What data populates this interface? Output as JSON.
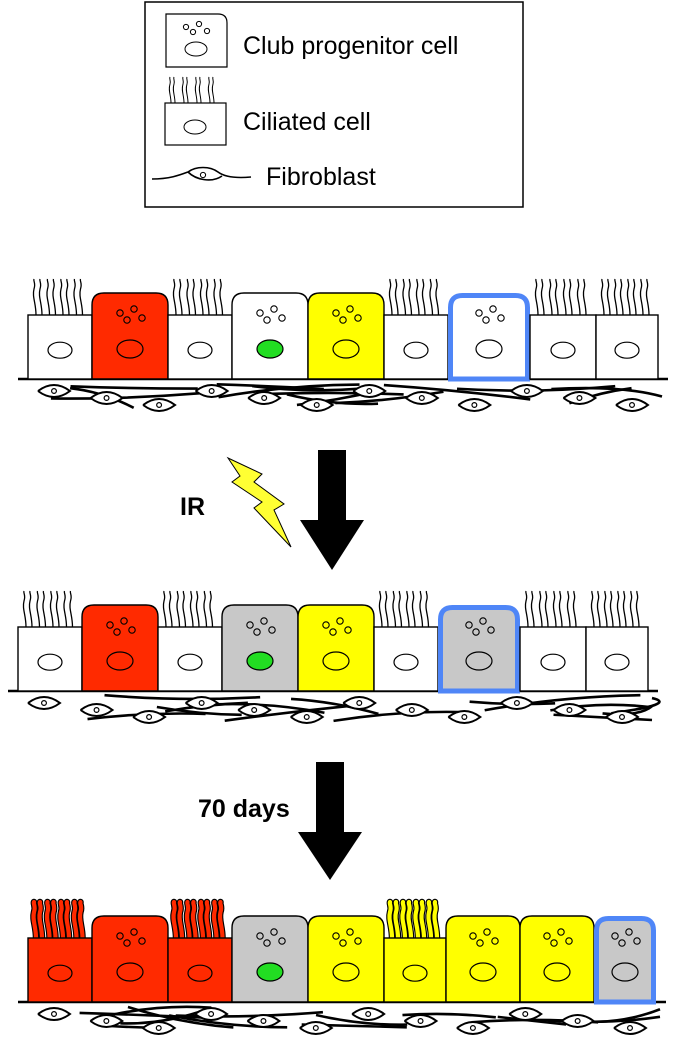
{
  "legend": {
    "club_label": "Club progenitor cell",
    "ciliated_label": "Ciliated cell",
    "fibroblast_label": "Fibroblast"
  },
  "steps": {
    "ir_label": "IR",
    "days_label": "70 days"
  },
  "colors": {
    "white": "#ffffff",
    "red": "#ff2a00",
    "yellow": "#ffff00",
    "gray": "#c8c8c8",
    "green_nucleus": "#22dd22",
    "blue_outline": "#4f86f7",
    "lightning": "#ffff33"
  },
  "rows": [
    {
      "name": "initial",
      "cells": [
        {
          "type": "ciliated",
          "color": "white"
        },
        {
          "type": "club",
          "color": "red"
        },
        {
          "type": "ciliated",
          "color": "white"
        },
        {
          "type": "club",
          "color": "white",
          "nucleus": "green"
        },
        {
          "type": "club",
          "color": "yellow"
        },
        {
          "type": "ciliated",
          "color": "white"
        },
        {
          "type": "club",
          "color": "white",
          "outline": "blue"
        },
        {
          "type": "ciliated",
          "color": "white"
        },
        {
          "type": "ciliated",
          "color": "white"
        }
      ]
    },
    {
      "name": "after-ir",
      "cells": [
        {
          "type": "ciliated",
          "color": "white"
        },
        {
          "type": "club",
          "color": "red"
        },
        {
          "type": "ciliated",
          "color": "white"
        },
        {
          "type": "club",
          "color": "gray",
          "nucleus": "green"
        },
        {
          "type": "club",
          "color": "yellow"
        },
        {
          "type": "ciliated",
          "color": "white"
        },
        {
          "type": "club",
          "color": "gray",
          "outline": "blue"
        },
        {
          "type": "ciliated",
          "color": "white"
        },
        {
          "type": "ciliated",
          "color": "white"
        }
      ]
    },
    {
      "name": "after-70-days",
      "cells": [
        {
          "type": "ciliated",
          "color": "red"
        },
        {
          "type": "club",
          "color": "red"
        },
        {
          "type": "ciliated",
          "color": "red"
        },
        {
          "type": "club",
          "color": "gray",
          "nucleus": "green"
        },
        {
          "type": "club",
          "color": "yellow"
        },
        {
          "type": "ciliated",
          "color": "yellow"
        },
        {
          "type": "club",
          "color": "yellow"
        },
        {
          "type": "club",
          "color": "yellow"
        },
        {
          "type": "club",
          "color": "gray",
          "outline": "blue"
        }
      ]
    }
  ]
}
